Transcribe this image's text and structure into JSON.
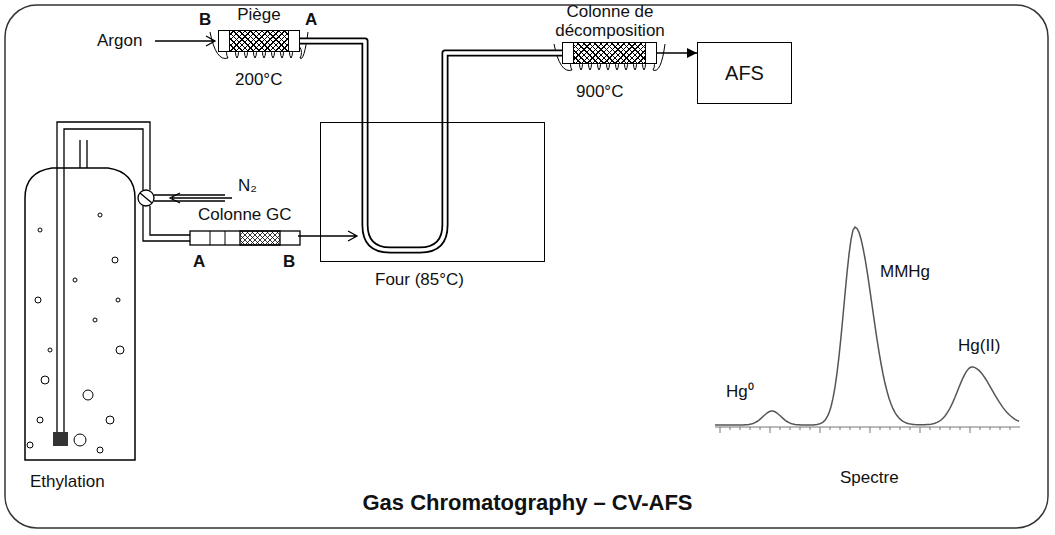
{
  "diagram": {
    "title": "Gas Chromatography – CV-AFS",
    "nodes": [
      {
        "text": [
          "Ethylation"
        ]
      },
      {
        "text": [
          "Piège",
          "200°C"
        ]
      },
      {
        "text": [
          "Four (85°C)"
        ]
      },
      {
        "text": [
          "Colonne de décomposition",
          "900°C"
        ]
      },
      {
        "text": [
          "AFS"
        ]
      }
    ],
    "edges": [
      {
        "from": 1,
        "to": 2,
        "arrow": "none"
      },
      {
        "from": 2,
        "to": 3,
        "arrow": "none"
      },
      {
        "from": 3,
        "to": 4,
        "arrow": "to"
      }
    ],
    "labels": [
      "Argon",
      "B",
      "A",
      "N₂",
      "A",
      "B",
      "Colonne GC",
      "Hg⁰",
      "MMHg",
      "Hg(II)",
      "Spectre"
    ]
  }
}
